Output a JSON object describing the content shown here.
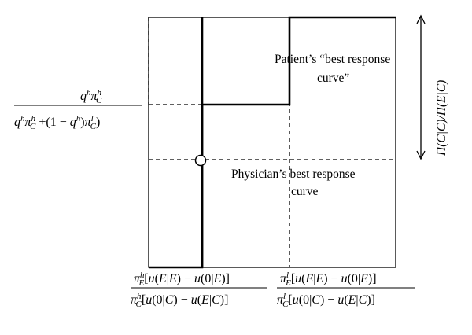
{
  "diagram": {
    "patient_label_line1": "Patient’s “best response",
    "patient_label_line2": "curve”",
    "physician_label_line1": "Physician’s best response",
    "physician_label_line2": "curve",
    "right_axis_label": "Π(C|C)/Π(E|C)",
    "left_fraction": {
      "numerator": "q^h π_C^h",
      "denominator": "q^h π_C^h + (1 − q^h) π_C^l"
    },
    "bottom_fraction_1": {
      "numerator": "π_E^h [u(E|E) − u(0|E)]",
      "denominator": "π_C^h [u(0|C) − u(E|C)]"
    },
    "bottom_fraction_2": {
      "numerator": "π_E^l [u(E|E) − u(0|E)]",
      "denominator": "π_C^l [u(0|C) − u(E|C)]"
    }
  }
}
